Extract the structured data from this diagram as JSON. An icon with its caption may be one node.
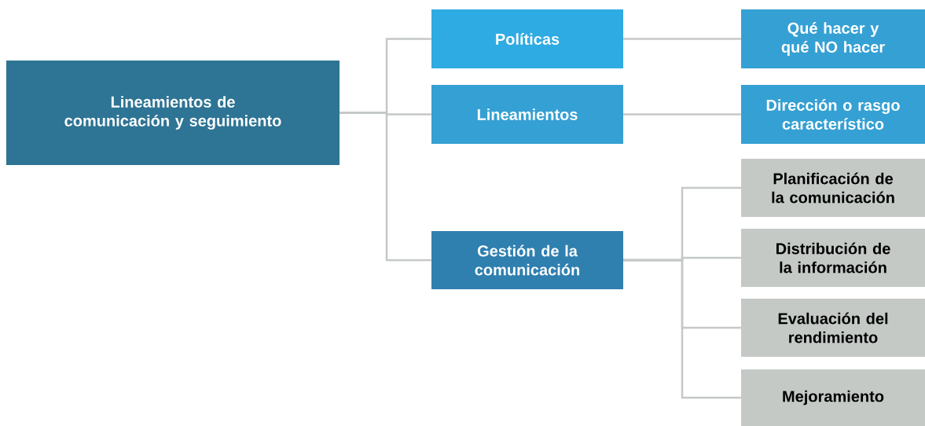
{
  "diagram": {
    "nodes": [
      {
        "text": [
          "Lineamientos de comunicación y seguimiento"
        ]
      },
      {
        "text": [
          "Políticas"
        ]
      },
      {
        "text": [
          "Lineamientos"
        ]
      },
      {
        "text": [
          "Gestión de la comunicación"
        ]
      },
      {
        "text": [
          "Qué hacer y qué NO hacer"
        ]
      },
      {
        "text": [
          "Dirección o rasgo característico"
        ]
      },
      {
        "text": [
          "Planificación de la comunicación"
        ]
      },
      {
        "text": [
          "Distribución de la información"
        ]
      },
      {
        "text": [
          "Evaluación del rendimiento"
        ]
      },
      {
        "text": [
          "Mejoramiento"
        ]
      }
    ],
    "edges": [
      {
        "from": 0,
        "to": 1,
        "arrow": "none"
      },
      {
        "from": 0,
        "to": 2,
        "arrow": "none"
      },
      {
        "from": 0,
        "to": 3,
        "arrow": "none"
      },
      {
        "from": 1,
        "to": 4,
        "arrow": "none"
      },
      {
        "from": 2,
        "to": 5,
        "arrow": "none"
      },
      {
        "from": 3,
        "to": 6,
        "arrow": "none"
      },
      {
        "from": 3,
        "to": 7,
        "arrow": "none"
      },
      {
        "from": 3,
        "to": 8,
        "arrow": "none"
      },
      {
        "from": 3,
        "to": 9,
        "arrow": "none"
      }
    ]
  }
}
